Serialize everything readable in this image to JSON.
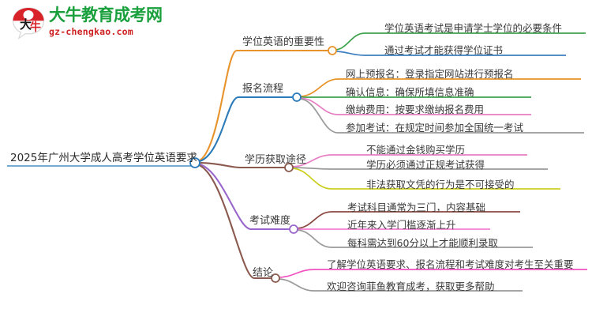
{
  "logo": {
    "mark_icon": "speech-bubble-logo-icon",
    "title": "大牛教育成考网",
    "domain": "gz-chengkao.com",
    "brand_green": "#19a03c",
    "brand_red": "#cf2222"
  },
  "mindmap": {
    "root": {
      "label": "2025年广州大学成人高考学位英语要求",
      "underline_color": "#4a90c4",
      "node_color": "#2b7bba"
    },
    "branches": [
      {
        "label": "学位英语的重要性",
        "color": "#e8922a",
        "children": [
          {
            "label": "学位英语考试是申请学士学位的必要条件",
            "color": "#3fa34d"
          },
          {
            "label": "通过考试才能获得学位证书",
            "color": "#3d7fc1"
          }
        ]
      },
      {
        "label": "报名流程",
        "color": "#2b7bba",
        "children": [
          {
            "label": "网上预报名：登录指定网站进行预报名",
            "color": "#e8922a"
          },
          {
            "label": "确认信息：确保所填信息准确",
            "color": "#3fa34d"
          },
          {
            "label": "缴纳费用：按要求缴纳报名费用",
            "color": "#e77fc4"
          },
          {
            "label": "参加考试：在规定时间参加全国统一考试",
            "color": "#9a9a9a"
          }
        ]
      },
      {
        "label": "学历获取途径",
        "color": "#8a5a4e",
        "children": [
          {
            "label": "不能通过金钱购买学历",
            "color": "#e77fc4"
          },
          {
            "label": "学历必须通过正规考试获得",
            "color": "#9a9a9a"
          },
          {
            "label": "非法获取文凭的行为是不可接受的",
            "color": "#cbcf20"
          }
        ]
      },
      {
        "label": "考试难度",
        "color": "#9966cc",
        "children": [
          {
            "label": "考试科目通常为三门，内容基础",
            "color": "#8a4a42"
          },
          {
            "label": "近年来入学门槛逐渐上升",
            "color": "#f07fd0"
          },
          {
            "label": "每科需达到60分以上才能顺利录取",
            "color": "#9a9a9a"
          }
        ]
      },
      {
        "label": "结论",
        "color": "#8a5a4e",
        "children": [
          {
            "label": "了解学位英语要求、报名流程和考试难度对考生至关重要",
            "color": "#f050c0"
          },
          {
            "label": "欢迎咨询菲鱼教育成考，获取更多帮助",
            "color": "#9a9a9a"
          }
        ]
      }
    ]
  }
}
